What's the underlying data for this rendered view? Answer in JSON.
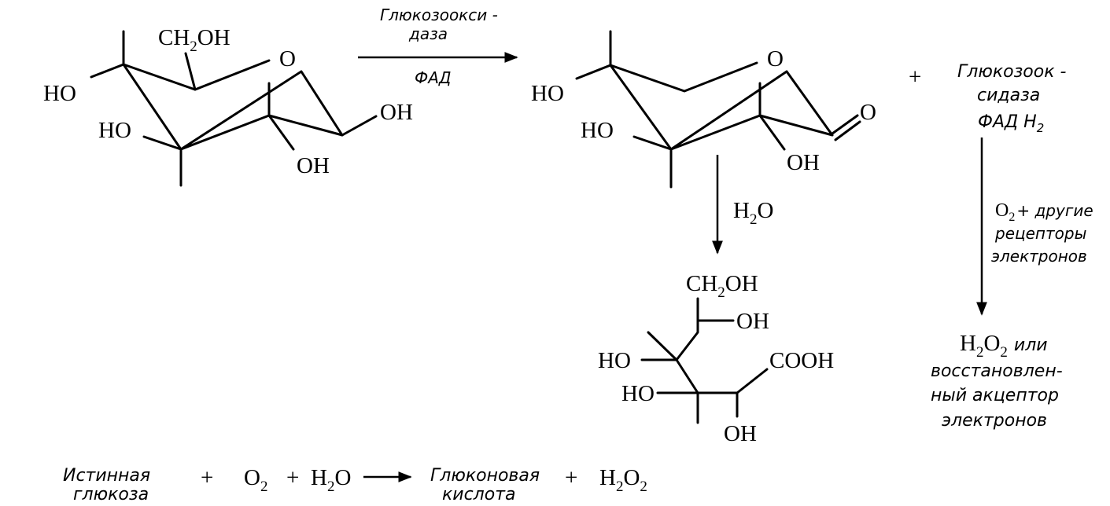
{
  "glucose": {
    "ch2oh": "CH",
    "ch2oh_sub": "2",
    "ch2oh_end": "OH",
    "ring_o": "O",
    "ho_1": "HO",
    "ho_2": "HO",
    "oh_1": "OH",
    "oh_2": "OH"
  },
  "arrow_1": {
    "label_line_1": "Глюкозоокси -",
    "label_line_2": "даза",
    "label_line_3": "ФАД"
  },
  "lactone": {
    "ring_o": "O",
    "carbonyl_o": "O",
    "ho_1": "HO",
    "ho_2": "HO",
    "oh_1": "OH"
  },
  "plus_1": "+",
  "enzyme_reduced": {
    "line_1": "Глюкозоок -",
    "line_2": "сидаза",
    "line_3": "ФАД Н",
    "line_3_sub": "2"
  },
  "arrow_2": {
    "label_pre": "H",
    "label_sub": "2",
    "label_post": "O"
  },
  "arrow_3": {
    "label_line_1_pre": "O",
    "label_line_1_sub": "2",
    "label_line_1_post": "+ другие",
    "label_line_2": "рецепторы",
    "label_line_3": "электронов"
  },
  "gluconic_acid": {
    "ch2oh": "CH",
    "ch2oh_sub": "2",
    "ch2oh_end": "OH",
    "oh_top": "OH",
    "ho_mid": "HO",
    "cooh": "COOH",
    "ho_low": "HO",
    "oh_bottom": "OH"
  },
  "product_right": {
    "h2o2_pre": "H",
    "h2o2_sub1": "2",
    "h2o2_mid": "O",
    "h2o2_sub2": "2",
    "line_1_post": "или",
    "line_2": "восстановлен-",
    "line_3": "ный акцептор",
    "line_4": "электронов"
  },
  "summary": {
    "reactant_line_1": "Истинная",
    "reactant_line_2": "глюкоза",
    "plus_a": "+",
    "o2_pre": "O",
    "o2_sub": "2",
    "plus_b": "+",
    "h2o_pre": "H",
    "h2o_sub": "2",
    "h2o_post": "O",
    "product_line_1": "Глюконовая",
    "product_line_2": "кислота",
    "plus_c": "+",
    "h2o2_pre": "H",
    "h2o2_sub1": "2",
    "h2o2_mid": "O",
    "h2o2_sub2": "2"
  }
}
